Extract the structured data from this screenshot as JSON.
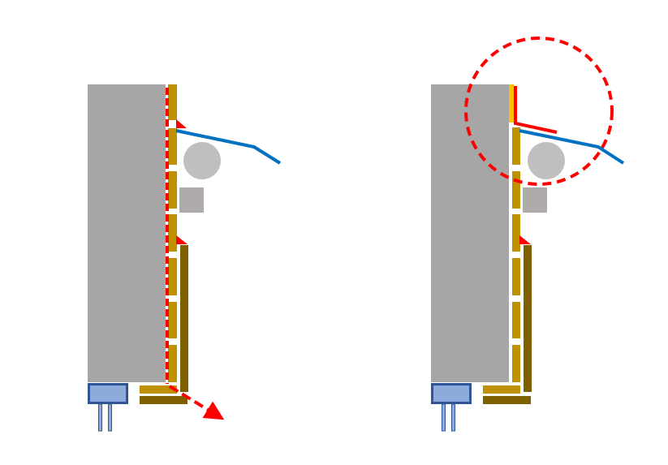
{
  "colors": {
    "wall": "#a6a6a6",
    "panel": "#bf9000",
    "panel_bright": "#ffc000",
    "frame": "#7f6000",
    "membrane": "#0070c0",
    "leak": "#ff0000",
    "roller": "#bfbfbf",
    "block": "#aeaaaa",
    "base_fill": "#8eaadb",
    "base_stroke": "#2f5597"
  },
  "panels": [
    {
      "id": "left",
      "variant": "leak-path"
    },
    {
      "id": "right",
      "variant": "highlighted-detail"
    }
  ]
}
